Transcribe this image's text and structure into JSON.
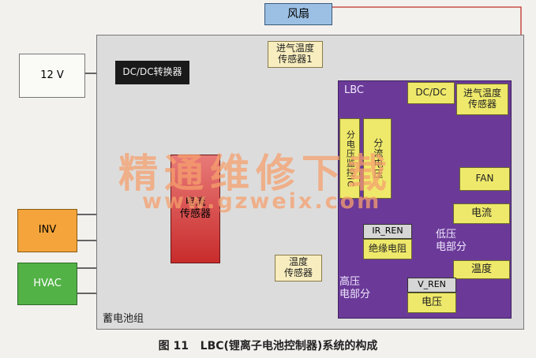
{
  "fan_top": "风扇",
  "v12": "12 V",
  "dcdc_converter": "DC/DC转换器",
  "intake_sensor1": "进气温度\n传感器1",
  "lbc": {
    "title": "LBC",
    "dcdc": "DC/DC",
    "intake_sensor": "进气温度\n传感器",
    "cell_monitor_ic": "分电压监控IC",
    "cell_voltage": "分流电压",
    "fan": "FAN",
    "current": "电流",
    "ir_ren": "IR_REN",
    "insulation": "绝缘电阻",
    "lv_part": "低压\n电部分",
    "temp": "温度",
    "hv_part": "高压\n电部分",
    "v_ren": "V_REN",
    "voltage": "电压"
  },
  "inv": "INV",
  "hvac": "HVAC",
  "current_sensor": "电流\n传感器",
  "temp_sensor": "温度\n传感器",
  "battery_pack": "蓄电池组",
  "caption": "图 11   LBC(锂离子电池控制器)系统的构成",
  "watermark": "精通维修下载",
  "watermark_url": "www.gzweix.com"
}
